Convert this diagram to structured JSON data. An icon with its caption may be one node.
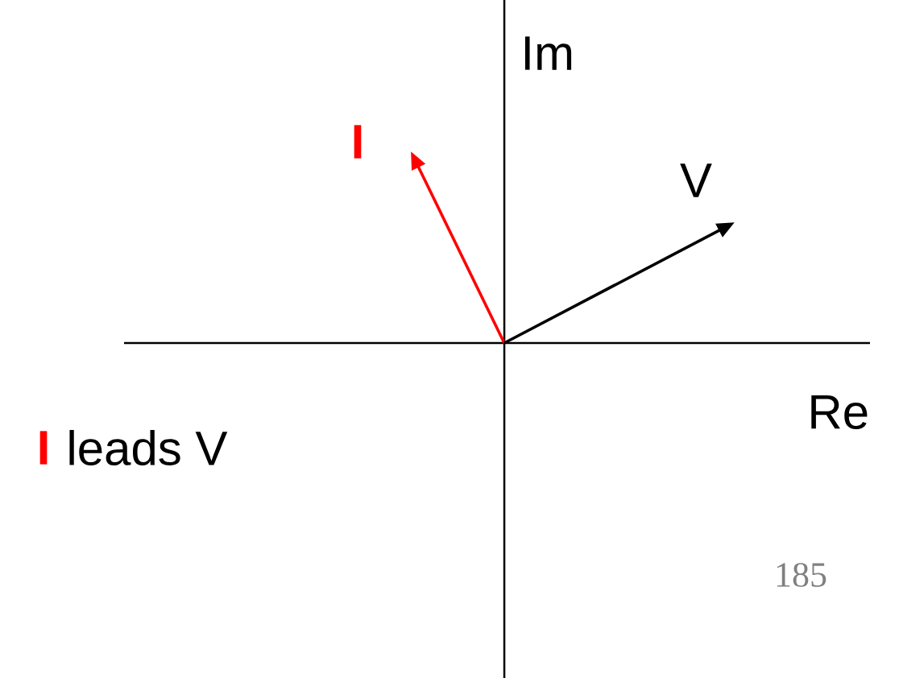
{
  "diagram": {
    "labels": [
      "Im",
      "I",
      "V",
      "Re",
      "I",
      "leads V",
      "185"
    ]
  }
}
